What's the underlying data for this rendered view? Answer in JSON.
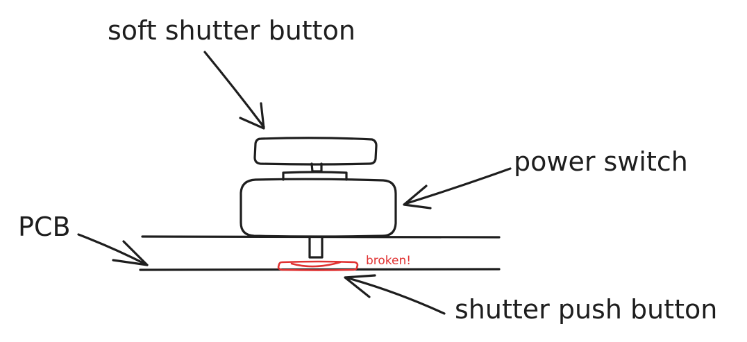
{
  "labels": {
    "soft_shutter_button": "soft shutter button",
    "power_switch": "power switch",
    "pcb": "PCB",
    "shutter_push_button": "shutter push button",
    "broken": "broken!"
  },
  "colors": {
    "ink": "#1e1e1e",
    "alert": "#e03131",
    "background": "#ffffff"
  }
}
